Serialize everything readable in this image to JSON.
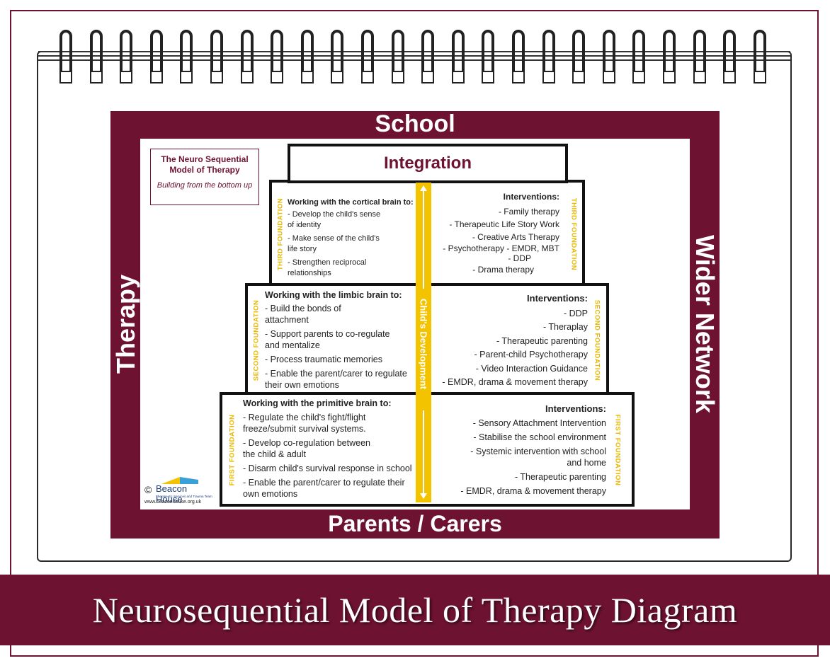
{
  "colors": {
    "maroon": "#6e1232",
    "yellow": "#f3c300",
    "foundation_text": "#e9b800"
  },
  "frame_labels": {
    "top": "School",
    "left": "Therapy",
    "right": "Wider Network",
    "bottom": "Parents / Carers"
  },
  "info_box": {
    "title": "The Neuro Sequential Model of Therapy",
    "subtitle": "Building from the bottom up"
  },
  "integration": {
    "label": "Integration"
  },
  "development_axis": {
    "label": "Child's Development"
  },
  "third": {
    "foundation_label": "THIRD FOUNDATION",
    "left_heading": "Working with the cortical brain to:",
    "left_items": [
      "- Develop the child's sense\n  of identity",
      "- Make sense of the child's\n  life story",
      "- Strengthen reciprocal\n  relationships"
    ],
    "right_heading": "Interventions:",
    "right_items": [
      "- Family therapy",
      "- Therapeutic Life Story Work",
      "- Creative Arts Therapy",
      "- Psychotherapy - EMDR, MBT",
      "- DDP",
      "- Drama therapy"
    ]
  },
  "second": {
    "foundation_label": "SECOND FOUNDATION",
    "left_heading": "Working with the limbic brain to:",
    "left_items": [
      "- Build the bonds of\n  attachment",
      "- Support parents to co-regulate\n  and mentalize",
      "- Process traumatic memories",
      "- Enable the parent/carer to regulate\n  their own emotions"
    ],
    "right_heading": "Interventions:",
    "right_items": [
      "- DDP",
      "- Theraplay",
      "- Therapeutic parenting",
      "- Parent-child Psychotherapy",
      "- Video Interaction Guidance",
      "- EMDR, drama & movement therapy"
    ]
  },
  "first": {
    "foundation_label": "FIRST FOUNDATION",
    "left_heading": "Working with the primitive brain to:",
    "left_items": [
      "- Regulate the child's fight/flight\n  freeze/submit survival systems.",
      "- Develop co-regulation between\n  the child & adult",
      "- Disarm child's survival response in school",
      "- Enable the parent/carer to regulate their\n  own emotions"
    ],
    "right_heading": "Interventions:",
    "right_items": [
      "- Sensory Attachment Intervention",
      "- Stabilise the school environment",
      "- Systemic intervention with school\nand home",
      "- Therapeutic parenting",
      "- EMDR, drama & movement therapy"
    ]
  },
  "logo": {
    "copyright": "©",
    "name": "Beacon House",
    "tagline": "Therapeutic Services and Trauma Team",
    "url": "www.beaconhouse.org.uk"
  },
  "banner": {
    "title": "Neurosequential Model of Therapy Diagram"
  }
}
